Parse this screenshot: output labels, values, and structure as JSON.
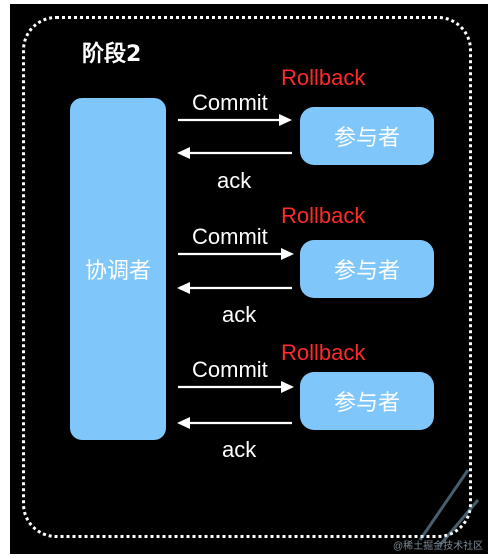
{
  "stage_title": "阶段2",
  "coordinator_label": "协调者",
  "rows": [
    {
      "commit_label": "Commit",
      "ack_label": "ack",
      "rollback_label": "Rollback",
      "participant_label": "参与者"
    },
    {
      "commit_label": "Commit",
      "ack_label": "ack",
      "rollback_label": "Rollback",
      "participant_label": "参与者"
    },
    {
      "commit_label": "Commit",
      "ack_label": "ack",
      "rollback_label": "Rollback",
      "participant_label": "参与者"
    }
  ],
  "colors": {
    "background": "#000000",
    "box_fill": "#7fc7fb",
    "rollback_text": "#ff2a2a",
    "arrow": "#ffffff"
  },
  "watermark": "@稀土掘金技术社区"
}
